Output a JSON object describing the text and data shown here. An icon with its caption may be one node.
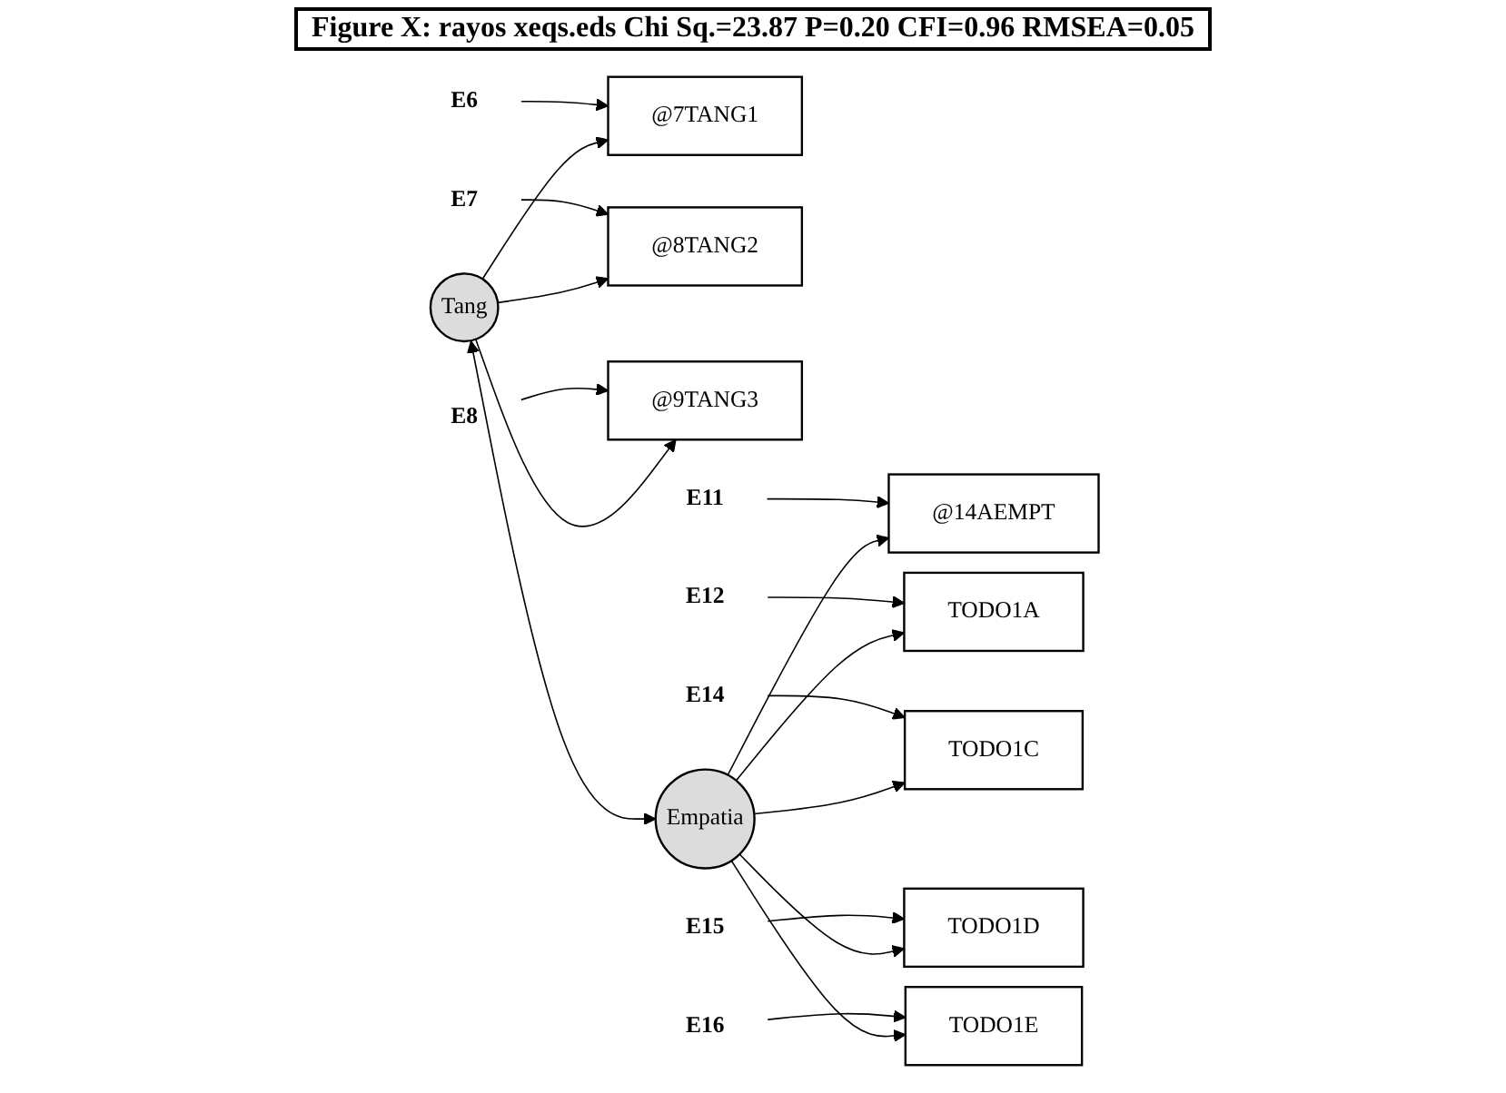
{
  "diagram": {
    "title": "Figure X: rayos xeqs.eds Chi Sq.=23.87 P=0.20 CFI=0.96 RMSEA=0.05",
    "nodes": [
      {
        "text": [
          "Tang"
        ]
      },
      {
        "text": [
          "@7TANG1"
        ]
      },
      {
        "text": [
          "@8TANG2"
        ]
      },
      {
        "text": [
          "@9TANG3"
        ]
      },
      {
        "text": [
          "Empatia"
        ]
      },
      {
        "text": [
          "@14AEMPT"
        ]
      },
      {
        "text": [
          "TODO1A"
        ]
      },
      {
        "text": [
          "TODO1C"
        ]
      },
      {
        "text": [
          "TODO1D"
        ]
      },
      {
        "text": [
          "TODO1E"
        ]
      },
      {
        "text": [
          "E6"
        ]
      },
      {
        "text": [
          "E7"
        ]
      },
      {
        "text": [
          "E8"
        ]
      },
      {
        "text": [
          "E11"
        ]
      },
      {
        "text": [
          "E12"
        ]
      },
      {
        "text": [
          "E14"
        ]
      },
      {
        "text": [
          "E15"
        ]
      },
      {
        "text": [
          "E16"
        ]
      }
    ],
    "edges": [
      {
        "from": 0,
        "to": 4,
        "arrow": "both"
      },
      {
        "from": 0,
        "to": 1,
        "arrow": "to"
      },
      {
        "from": 0,
        "to": 2,
        "arrow": "to"
      },
      {
        "from": 0,
        "to": 3,
        "arrow": "to"
      },
      {
        "from": 4,
        "to": 5,
        "arrow": "to"
      },
      {
        "from": 4,
        "to": 6,
        "arrow": "to"
      },
      {
        "from": 4,
        "to": 7,
        "arrow": "to"
      },
      {
        "from": 4,
        "to": 8,
        "arrow": "to"
      },
      {
        "from": 4,
        "to": 9,
        "arrow": "to"
      },
      {
        "from": 10,
        "to": 1,
        "arrow": "to"
      },
      {
        "from": 11,
        "to": 2,
        "arrow": "to"
      },
      {
        "from": 12,
        "to": 3,
        "arrow": "to"
      },
      {
        "from": 13,
        "to": 5,
        "arrow": "to"
      },
      {
        "from": 14,
        "to": 6,
        "arrow": "to"
      },
      {
        "from": 15,
        "to": 7,
        "arrow": "to"
      },
      {
        "from": 16,
        "to": 8,
        "arrow": "to"
      },
      {
        "from": 17,
        "to": 9,
        "arrow": "to"
      }
    ]
  }
}
